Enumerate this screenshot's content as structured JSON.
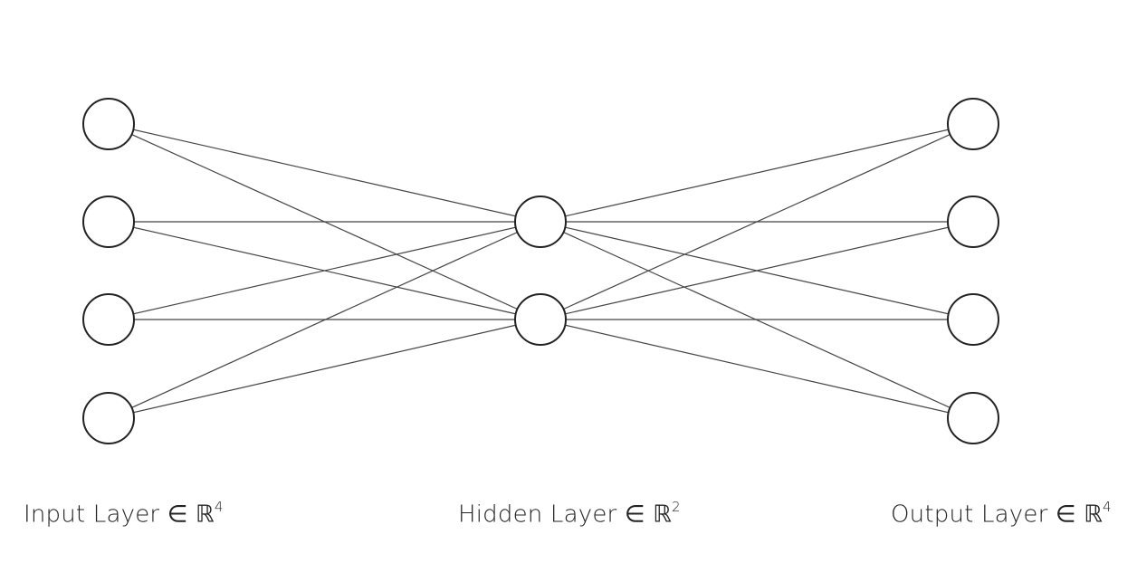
{
  "diagram": {
    "colors": {
      "node_stroke": "#222222",
      "edge_stroke": "#444444",
      "background": "#ffffff"
    },
    "layers": [
      {
        "id": "input",
        "size": 4,
        "label_text": "Input Layer ∈ ℝ",
        "label_exp": "4"
      },
      {
        "id": "hidden",
        "size": 2,
        "label_text": "Hidden Layer ∈ ℝ",
        "label_exp": "2"
      },
      {
        "id": "output",
        "size": 4,
        "label_text": "Output Layer ∈ ℝ",
        "label_exp": "4"
      }
    ],
    "connectivity": "fully-connected"
  }
}
